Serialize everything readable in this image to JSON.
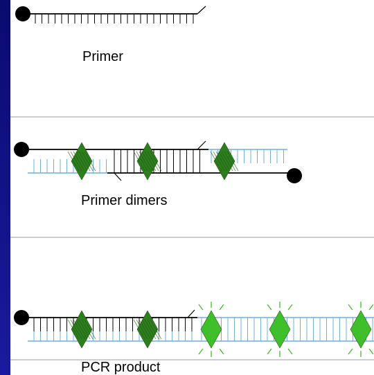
{
  "panels": {
    "primer": {
      "label": "Primer"
    },
    "primer_dimers": {
      "label": "Primer dimers"
    },
    "pcr_product": {
      "label": "PCR product"
    }
  },
  "colors": {
    "slide_background": "#0a0b6e",
    "panel_background": "#ffffff",
    "separator": "#999999",
    "strand_black": "#000000",
    "strand_blue": "#6fb0d8",
    "dye_dark": "#2e7d1e",
    "dye_bright": "#3fbf2a"
  },
  "icons": {
    "fluorophore": "filled-circle",
    "reporter_dye": "green-diamond",
    "fluorescence": "glow-rays"
  }
}
